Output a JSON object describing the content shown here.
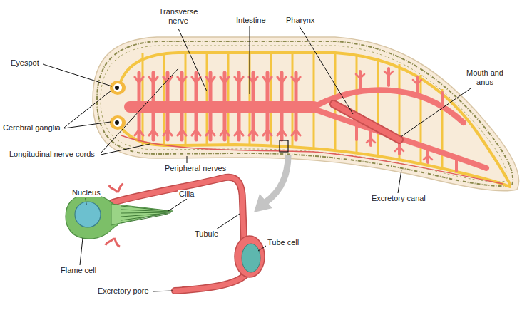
{
  "diagram": {
    "labels": [
      "Transverse nerve",
      "Intestine",
      "Pharynx",
      "Eyespot",
      "Mouth and anus",
      "Cerebral ganglia",
      "Longitudinal nerve cords",
      "Peripheral nerves",
      "Excretory canal",
      "Nucleus",
      "Cilia",
      "Tubule",
      "Tube cell",
      "Flame cell",
      "Excretory pore"
    ]
  }
}
